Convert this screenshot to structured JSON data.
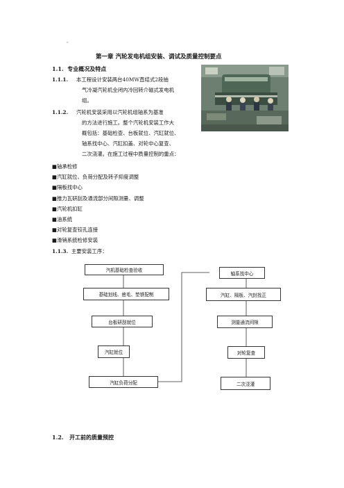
{
  "page_mark": "\"",
  "chapter_title": "第一章  汽轮发电机组安装、调试及质量控制要点",
  "sec_1_1": {
    "num": "1.1.",
    "title": "专业概况及特点"
  },
  "sec_1_1_1": {
    "num": "1.1.1.",
    "lines": [
      "本工程设计安装两台40MW直结式2段抽",
      "气冷凝汽轮机全闭内冷回转介磁式发电机",
      "组。"
    ]
  },
  "sec_1_1_2": {
    "num": "1.1.2.",
    "lines": [
      "汽轮机安装采用以汽轮机组轴系为基准",
      "的方法进行施工。整个汽轮机安装工作大",
      "概包括：基础检查、台板就位、汽缸就位、",
      "轴系找中心、汽缸扣盖、对轮中心复查、",
      "二次浇灌。在施工过程中质量控制的重点："
    ]
  },
  "bullets": [
    "■轴承检修",
    "■汽缸就位、负荷分配及转子抑度调整",
    "■隔板找中心",
    "■推力瓦研刮及通流部分间隙测量、调整",
    "■汽轮机扣缸",
    "■油系统",
    "■对轮复查铰孔连接",
    "■滑销系统检修安装"
  ],
  "sec_1_1_3": {
    "num": "1.1.3.",
    "title": "主要安装工序："
  },
  "flow": {
    "left": [
      "汽机基础检查验收",
      "基础划线、凿毛、垫铁配制",
      "台板研刮就位",
      "汽缸就位",
      "汽缸负荷分配"
    ],
    "right": [
      "轴系找中心",
      "汽缸、隔板、汽封找正",
      "测量通流间隙",
      "对轮复查",
      "二次浇灌"
    ]
  },
  "sec_1_2": {
    "num": "1.2.",
    "title": "开工前的质量预控"
  }
}
